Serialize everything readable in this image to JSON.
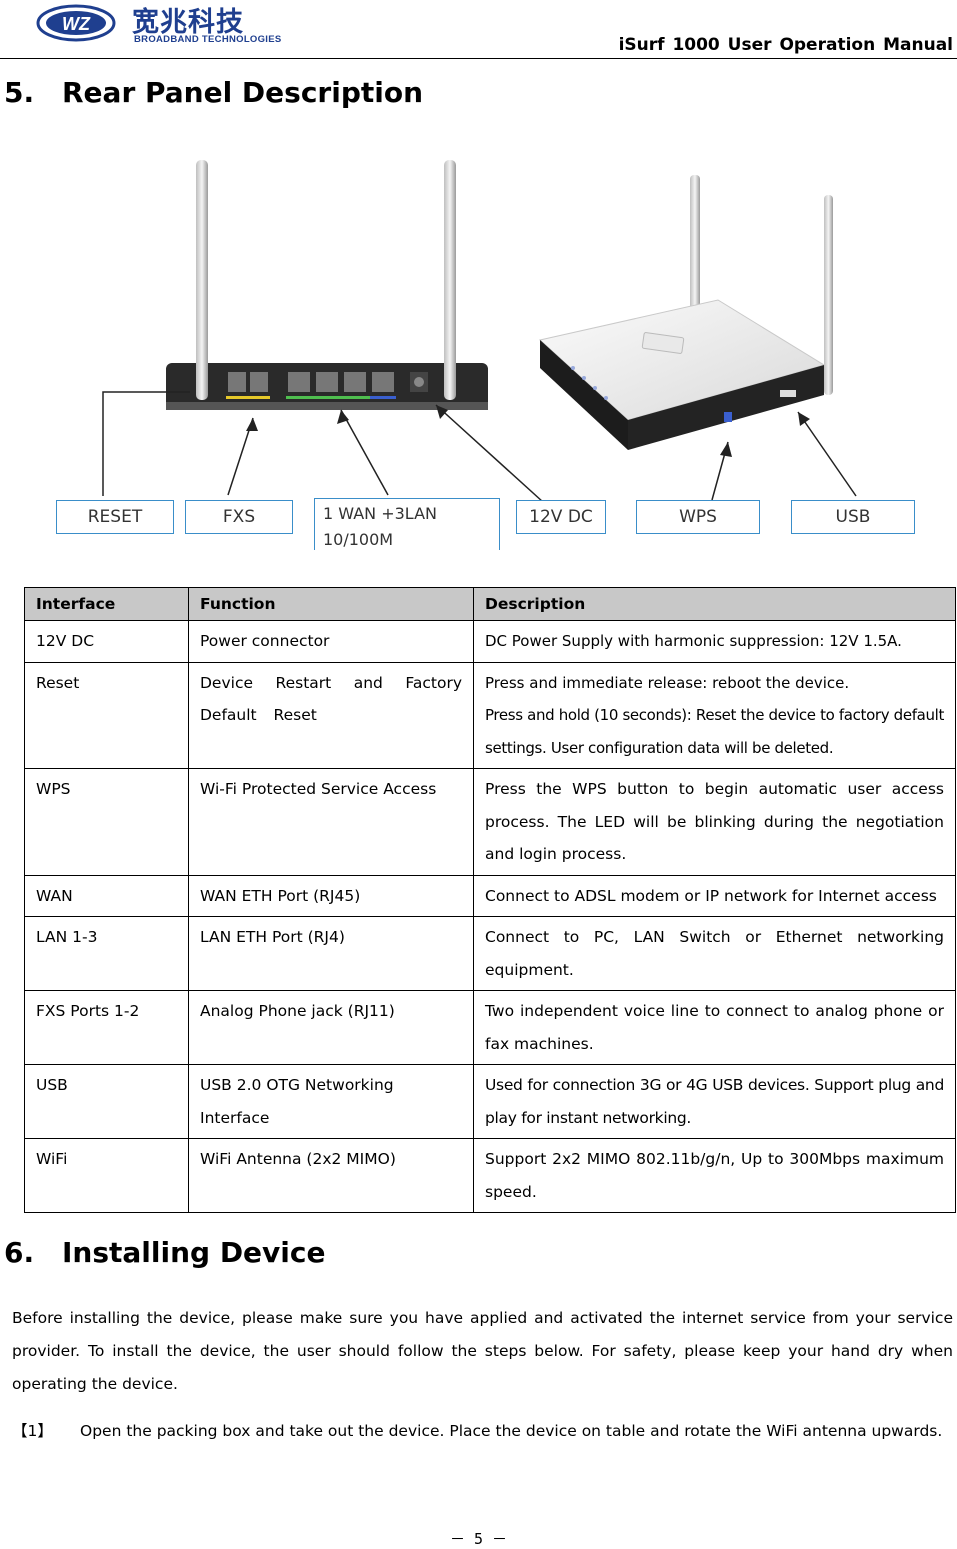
{
  "header": {
    "logo_cn": "宽兆科技",
    "logo_en": "BROADBAND TECHNOLOGIES",
    "manual_title": "iSurf 1000 User Operation Manual"
  },
  "section5": {
    "number": "5.",
    "title": "Rear Panel Description"
  },
  "figure": {
    "callouts": {
      "reset": "RESET",
      "fxs": "FXS",
      "wan_lan_line1": "1 WAN +3LAN",
      "wan_lan_line2": "10/100M",
      "dc": "12V DC",
      "wps": "WPS",
      "usb": "USB"
    }
  },
  "table": {
    "headers": [
      "Interface",
      "Function",
      "Description"
    ],
    "rows": [
      {
        "interface": "12V DC",
        "function": "Power connector",
        "description": "DC Power Supply with harmonic suppression: 12V 1.5A."
      },
      {
        "interface": "Reset",
        "function": "Device Restart and Factory Default Reset",
        "description_line1": "Press and immediate release: reboot the device.",
        "description_line2": "Press and hold (10 seconds): Reset the device to factory default settings. User configuration data will be deleted."
      },
      {
        "interface": "WPS",
        "function": "Wi-Fi Protected Service Access",
        "description": "Press the WPS button to begin automatic user access process. The LED will be blinking during the negotiation and login process."
      },
      {
        "interface": "WAN",
        "function": "WAN ETH Port (RJ45)",
        "description": "Connect to ADSL modem or IP network for Internet access"
      },
      {
        "interface": "LAN 1-3",
        "function": "LAN ETH Port (RJ4)",
        "description": "Connect to PC, LAN Switch or Ethernet networking equipment."
      },
      {
        "interface": "FXS Ports 1-2",
        "function": "Analog Phone jack (RJ11)",
        "description": "Two independent voice line to connect to analog phone or fax machines."
      },
      {
        "interface": "USB",
        "function": "USB 2.0 OTG Networking Interface",
        "description": "Used for connection 3G or 4G USB devices. Support plug and play for instant networking."
      },
      {
        "interface": "WiFi",
        "function": "WiFi Antenna (2x2 MIMO)",
        "description": "Support 2x2 MIMO 802.11b/g/n, Up to 300Mbps maximum speed."
      }
    ]
  },
  "section6": {
    "number": "6.",
    "title": "Installing Device",
    "intro": "Before installing the device, please make sure you have applied and activated the internet service from your service provider. To install the device, the user should follow the steps below. For safety, please keep your hand dry when operating the device.",
    "step1_num": "【1】",
    "step1_text": "Open the packing box and take out the device. Place the device on table and rotate the WiFi antenna upwards."
  },
  "footer": {
    "page_number": "－ 5 －"
  }
}
